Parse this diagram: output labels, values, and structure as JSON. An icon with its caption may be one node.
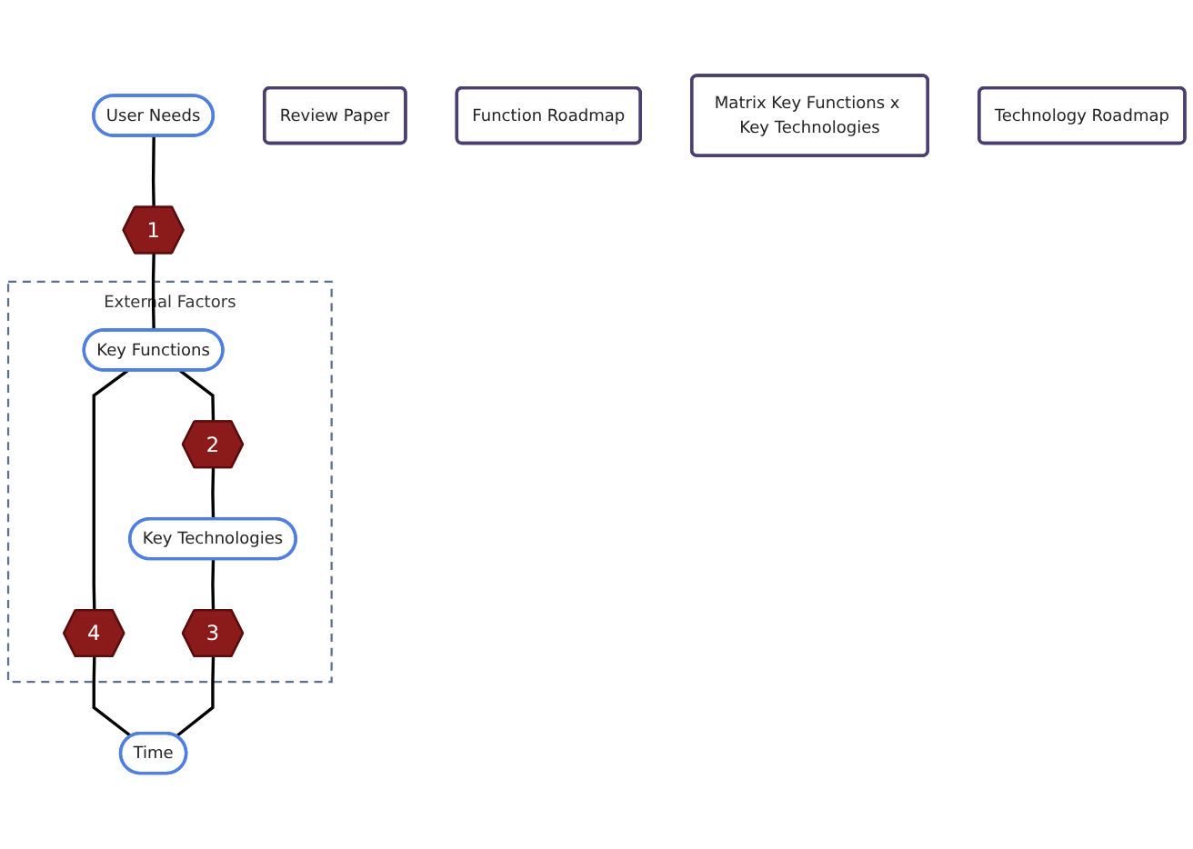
{
  "diagram": {
    "nodes": [
      {
        "text": [
          "User Needs"
        ]
      },
      {
        "text": [
          "1"
        ]
      },
      {
        "text": [
          "Review Paper"
        ]
      },
      {
        "text": [
          "External Factors"
        ]
      },
      {
        "text": [
          "Function Roadmap"
        ]
      },
      {
        "text": [
          "Key Functions"
        ],
        "in": 3
      },
      {
        "text": [
          "4"
        ],
        "in": 3
      },
      {
        "text": [
          "Matrix Key Functions x Key Technologies"
        ]
      },
      {
        "text": [
          "2"
        ],
        "in": 3
      },
      {
        "text": [
          "Time"
        ]
      },
      {
        "text": [
          "3"
        ],
        "in": 3
      },
      {
        "text": [
          "Key Technologies"
        ],
        "in": 3
      },
      {
        "text": [
          "Technology Roadmap"
        ]
      }
    ],
    "edges": [
      {
        "from": 0,
        "to": 1,
        "arrow": "none"
      },
      {
        "from": 1,
        "to": 5,
        "arrow": "none"
      },
      {
        "from": 5,
        "to": 8,
        "arrow": "none"
      },
      {
        "from": 8,
        "to": 11,
        "arrow": "none"
      },
      {
        "from": 5,
        "to": 6,
        "arrow": "none"
      },
      {
        "from": 6,
        "to": 9,
        "arrow": "none"
      },
      {
        "from": 11,
        "to": 10,
        "arrow": "none"
      },
      {
        "from": 10,
        "to": 9,
        "arrow": "none"
      }
    ]
  }
}
